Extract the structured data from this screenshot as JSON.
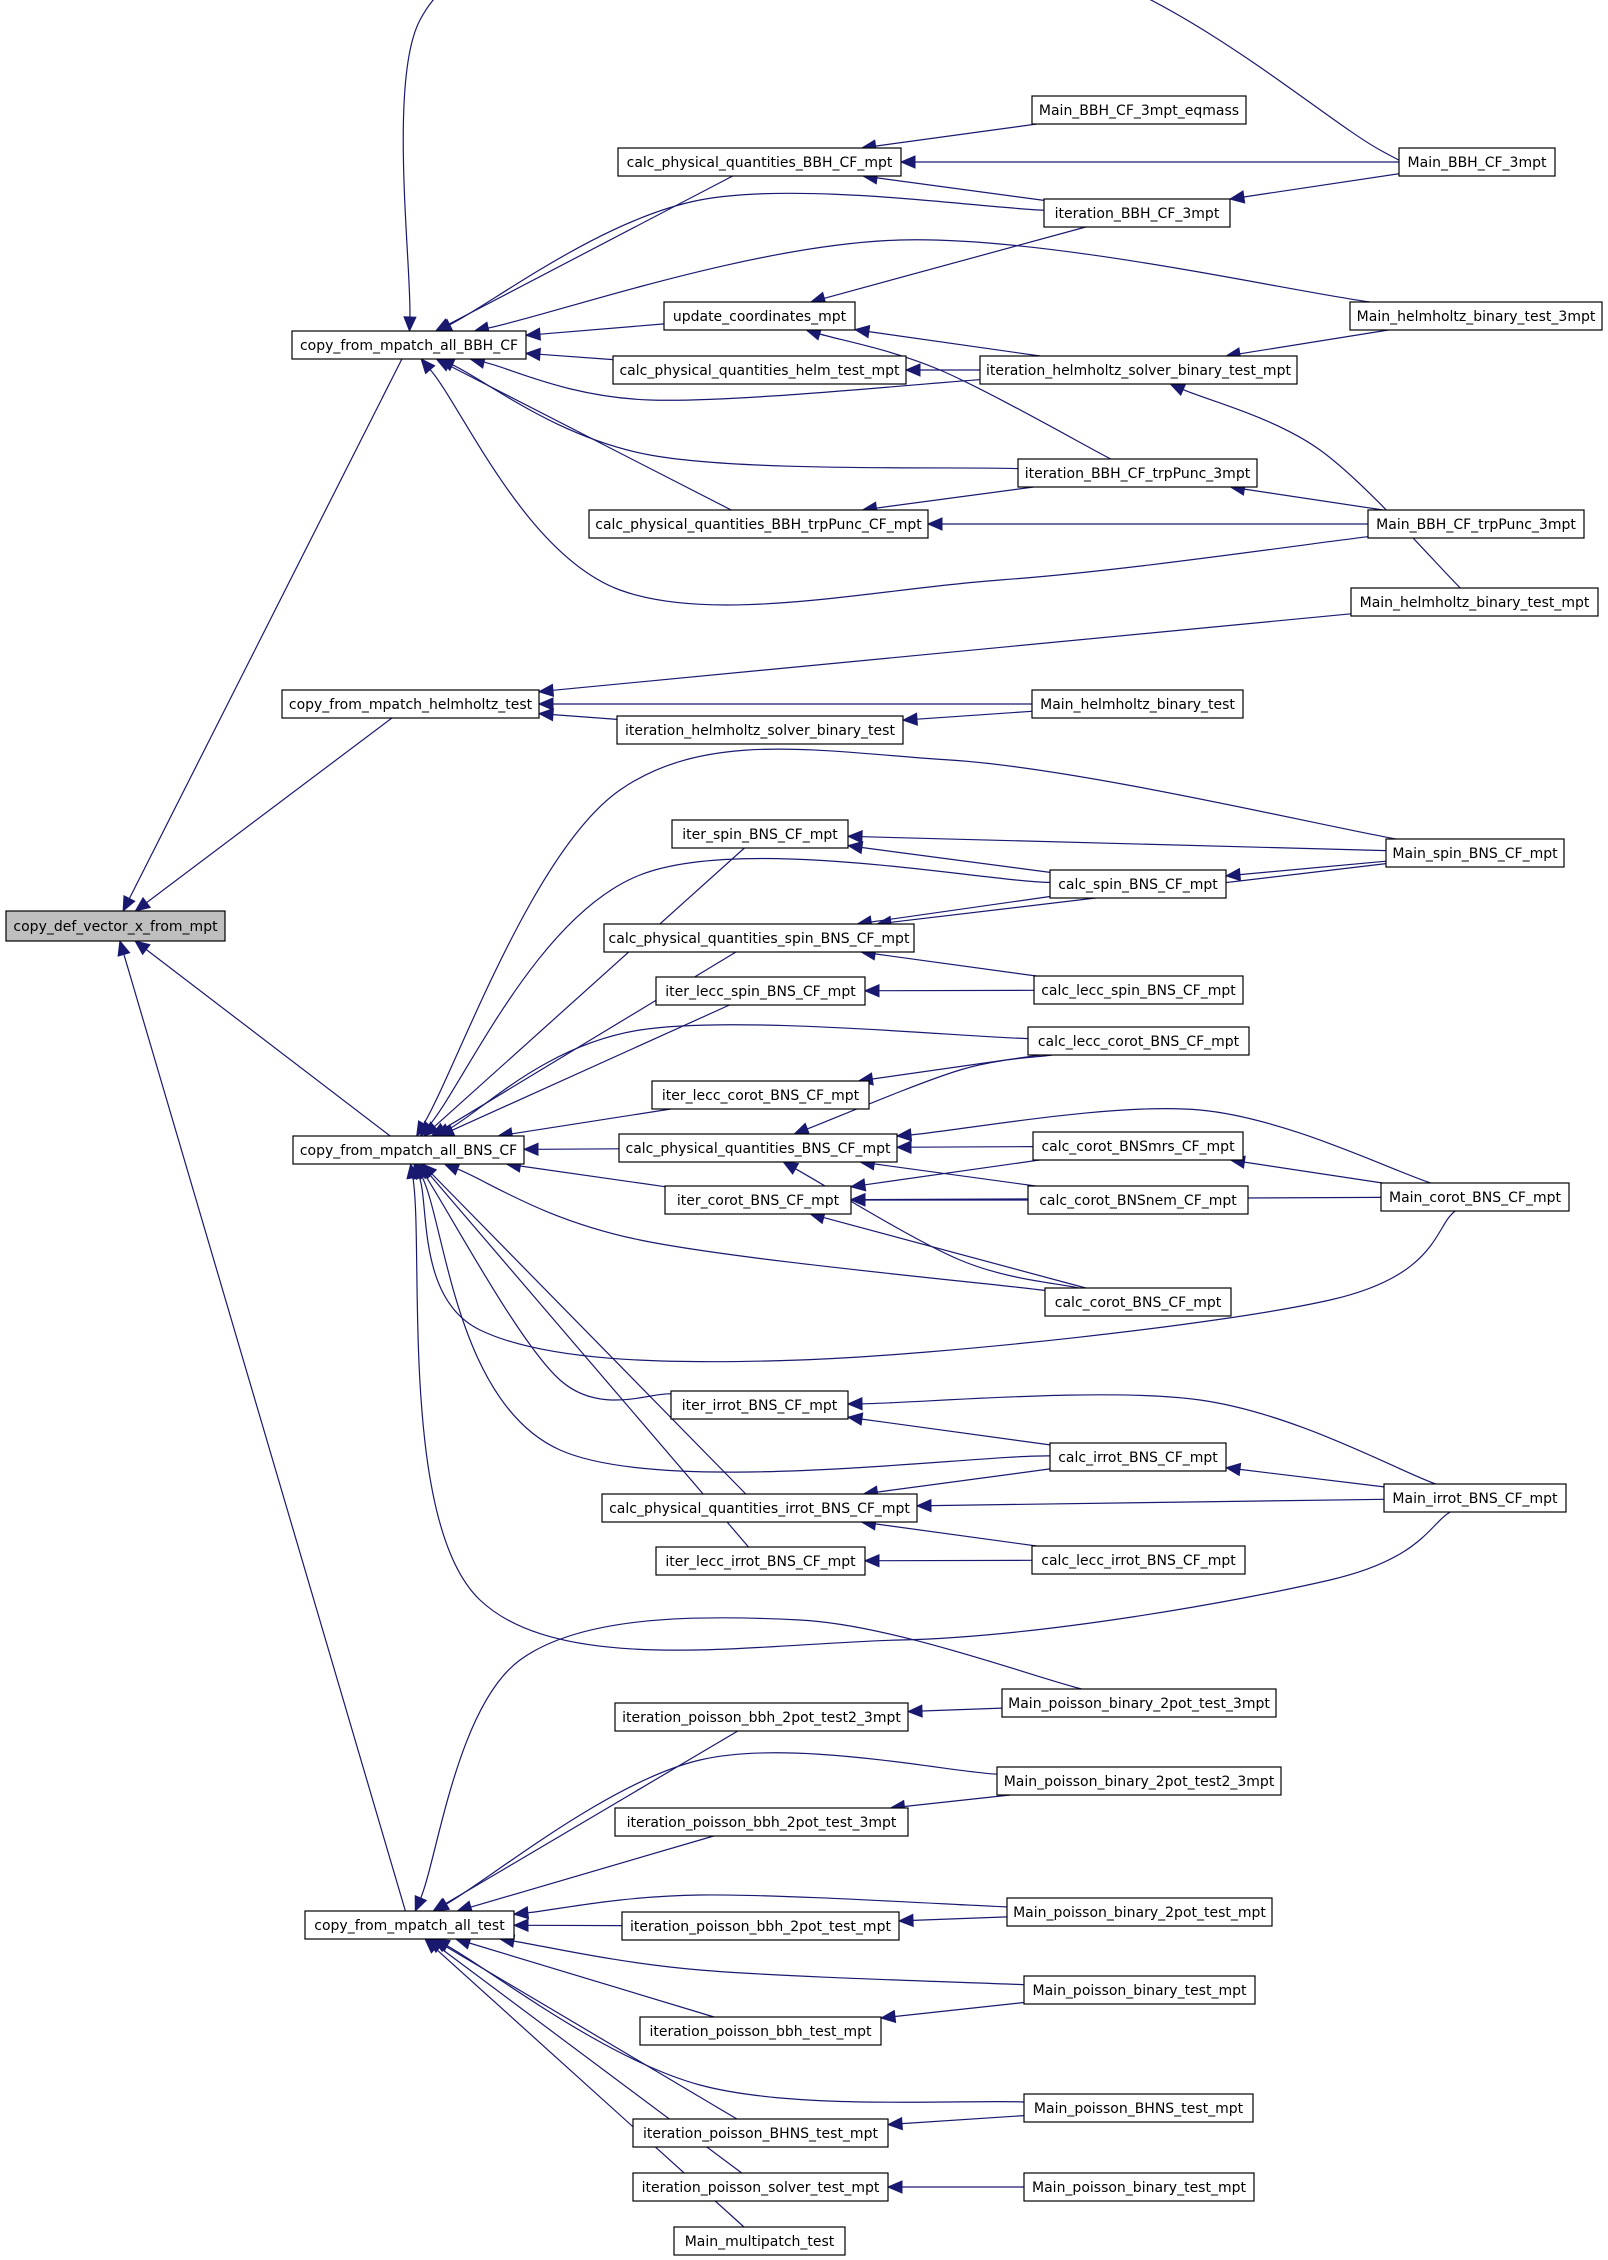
{
  "diagram": {
    "type": "caller-graph",
    "root": "copy_def_vector_x_from_mpt",
    "colors": {
      "edge": "#191970",
      "root_fill": "#bfbfbf",
      "node_fill": "#ffffff",
      "node_border": "#000000"
    },
    "nodes": [
      {
        "id": "root",
        "label": "copy_def_vector_x_from_mpt"
      },
      {
        "id": "c_bbh",
        "label": "copy_from_mpatch_all_BBH_CF"
      },
      {
        "id": "c_helm",
        "label": "copy_from_mpatch_helmholtz_test"
      },
      {
        "id": "c_bns",
        "label": "copy_from_mpatch_all_BNS_CF"
      },
      {
        "id": "c_test",
        "label": "copy_from_mpatch_all_test"
      },
      {
        "id": "m_bbh_eq",
        "label": "Main_BBH_CF_3mpt_eqmass"
      },
      {
        "id": "cpq_bbh",
        "label": "calc_physical_quantities_BBH_CF_mpt"
      },
      {
        "id": "m_bbh_3",
        "label": "Main_BBH_CF_3mpt"
      },
      {
        "id": "it_bbh_3",
        "label": "iteration_BBH_CF_3mpt"
      },
      {
        "id": "upd",
        "label": "update_coordinates_mpt"
      },
      {
        "id": "m_helm_3",
        "label": "Main_helmholtz_binary_test_3mpt"
      },
      {
        "id": "cpq_helm",
        "label": "calc_physical_quantities_helm_test_mpt"
      },
      {
        "id": "it_helm_mpt",
        "label": "iteration_helmholtz_solver_binary_test_mpt"
      },
      {
        "id": "it_bbh_trp",
        "label": "iteration_BBH_CF_trpPunc_3mpt"
      },
      {
        "id": "cpq_bbh_trp",
        "label": "calc_physical_quantities_BBH_trpPunc_CF_mpt"
      },
      {
        "id": "m_bbh_trp",
        "label": "Main_BBH_CF_trpPunc_3mpt"
      },
      {
        "id": "m_helm_mpt",
        "label": "Main_helmholtz_binary_test_mpt"
      },
      {
        "id": "m_helm",
        "label": "Main_helmholtz_binary_test"
      },
      {
        "id": "it_helm",
        "label": "iteration_helmholtz_solver_binary_test"
      },
      {
        "id": "iter_spin",
        "label": "iter_spin_BNS_CF_mpt"
      },
      {
        "id": "m_spin",
        "label": "Main_spin_BNS_CF_mpt"
      },
      {
        "id": "calc_spin",
        "label": "calc_spin_BNS_CF_mpt"
      },
      {
        "id": "cpq_spin",
        "label": "calc_physical_quantities_spin_BNS_CF_mpt"
      },
      {
        "id": "iter_lecc_spin",
        "label": "iter_lecc_spin_BNS_CF_mpt"
      },
      {
        "id": "calc_lecc_spin",
        "label": "calc_lecc_spin_BNS_CF_mpt"
      },
      {
        "id": "calc_lecc_corot",
        "label": "calc_lecc_corot_BNS_CF_mpt"
      },
      {
        "id": "iter_lecc_corot",
        "label": "iter_lecc_corot_BNS_CF_mpt"
      },
      {
        "id": "cpq_bns",
        "label": "calc_physical_quantities_BNS_CF_mpt"
      },
      {
        "id": "calc_corot_mrs",
        "label": "calc_corot_BNSmrs_CF_mpt"
      },
      {
        "id": "m_corot",
        "label": "Main_corot_BNS_CF_mpt"
      },
      {
        "id": "iter_corot",
        "label": "iter_corot_BNS_CF_mpt"
      },
      {
        "id": "calc_corot_nem",
        "label": "calc_corot_BNSnem_CF_mpt"
      },
      {
        "id": "calc_corot",
        "label": "calc_corot_BNS_CF_mpt"
      },
      {
        "id": "iter_irrot",
        "label": "iter_irrot_BNS_CF_mpt"
      },
      {
        "id": "calc_irrot",
        "label": "calc_irrot_BNS_CF_mpt"
      },
      {
        "id": "m_irrot",
        "label": "Main_irrot_BNS_CF_mpt"
      },
      {
        "id": "cpq_irrot",
        "label": "calc_physical_quantities_irrot_BNS_CF_mpt"
      },
      {
        "id": "iter_lecc_irrot",
        "label": "iter_lecc_irrot_BNS_CF_mpt"
      },
      {
        "id": "calc_lecc_irrot",
        "label": "calc_lecc_irrot_BNS_CF_mpt"
      },
      {
        "id": "it_p2pot2_3",
        "label": "iteration_poisson_bbh_2pot_test2_3mpt"
      },
      {
        "id": "m_p2pot_3",
        "label": "Main_poisson_binary_2pot_test_3mpt"
      },
      {
        "id": "m_p2pot2_3",
        "label": "Main_poisson_binary_2pot_test2_3mpt"
      },
      {
        "id": "it_p2pot_3",
        "label": "iteration_poisson_bbh_2pot_test_3mpt"
      },
      {
        "id": "it_p2pot",
        "label": "iteration_poisson_bbh_2pot_test_mpt"
      },
      {
        "id": "m_p2pot",
        "label": "Main_poisson_binary_2pot_test_mpt"
      },
      {
        "id": "m_pbin",
        "label": "Main_poisson_binary_test_mpt"
      },
      {
        "id": "it_pbbh",
        "label": "iteration_poisson_bbh_test_mpt"
      },
      {
        "id": "m_bhns",
        "label": "Main_poisson_BHNS_test_mpt"
      },
      {
        "id": "it_bhns",
        "label": "iteration_poisson_BHNS_test_mpt"
      },
      {
        "id": "it_psolver",
        "label": "iteration_poisson_solver_test_mpt"
      },
      {
        "id": "m_pbin2",
        "label": "Main_poisson_binary_test_mpt"
      },
      {
        "id": "m_multi",
        "label": "Main_multipatch_test"
      }
    ]
  }
}
